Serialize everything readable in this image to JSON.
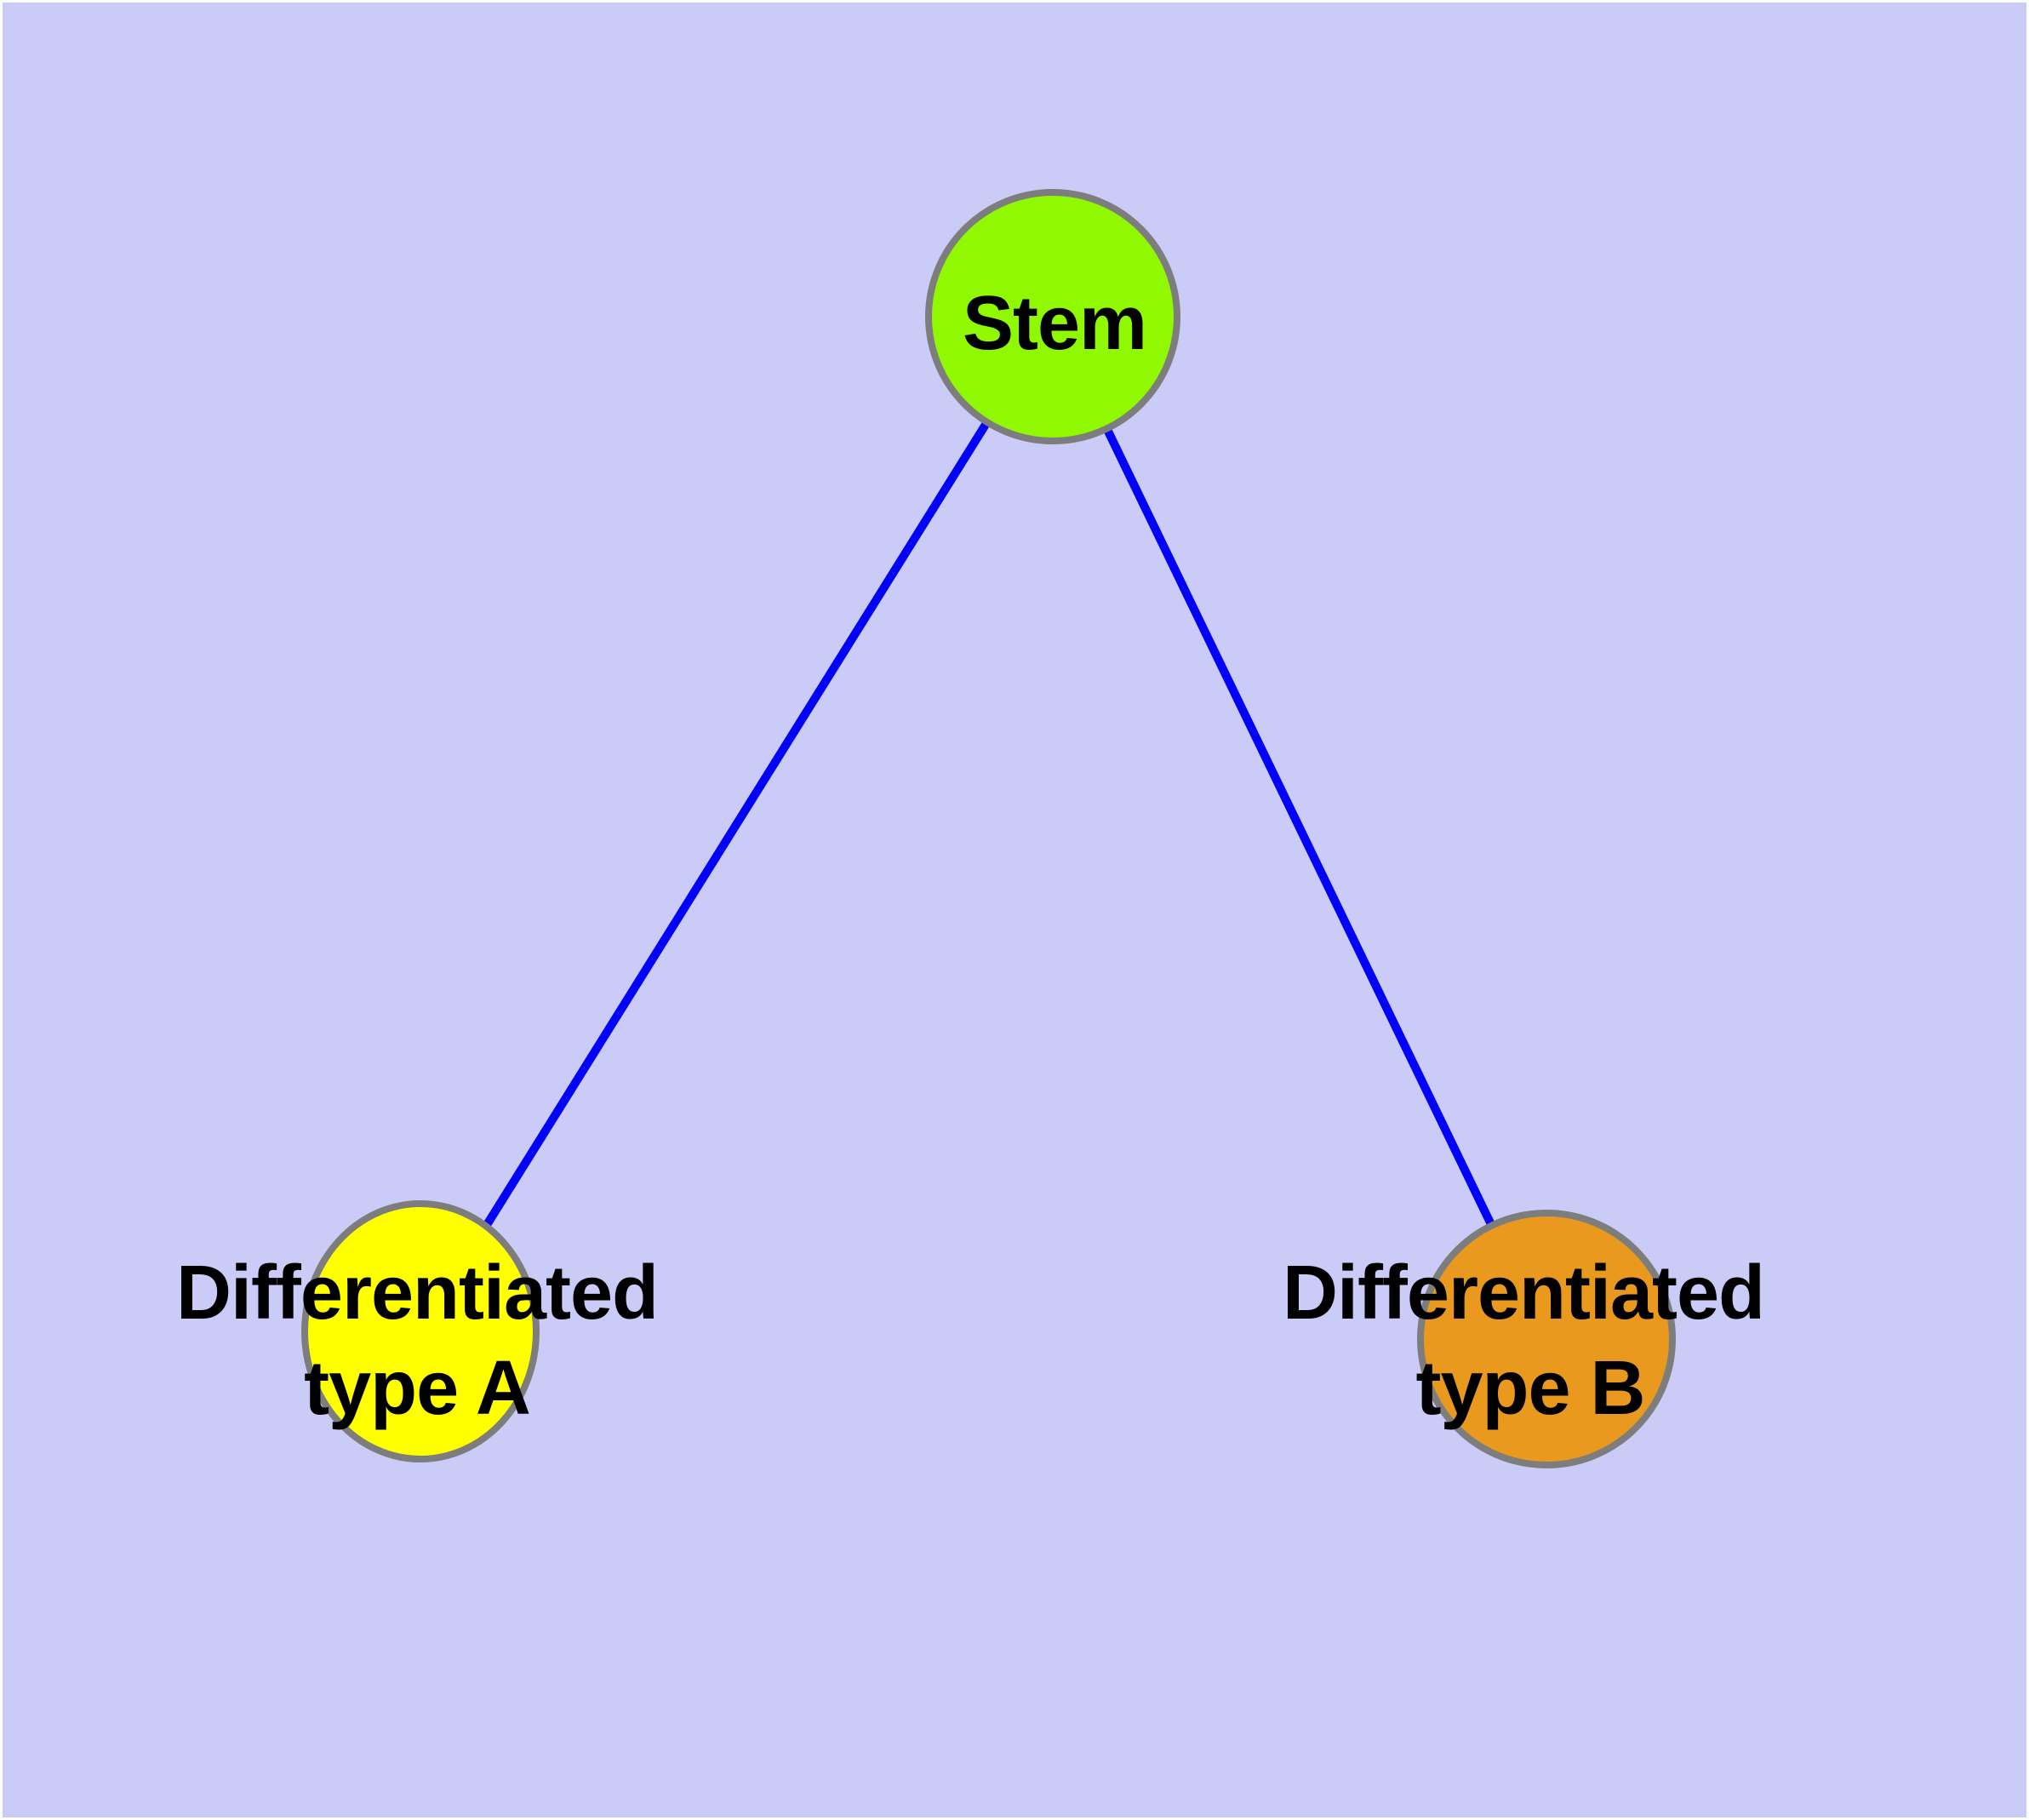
{
  "diagram": {
    "type": "graph",
    "background_color": "#CBCBF8",
    "frame_color": "#FFFFFF",
    "edge_color": "#0202F8",
    "node_border_color": "#7D7D7D",
    "nodes": {
      "stem": {
        "label": "Stem",
        "fill_color": "#90F800"
      },
      "type_a": {
        "label_line1": "Differentiated",
        "label_line2": "type A",
        "fill_color": "#FFFF00"
      },
      "type_b": {
        "label_line1": "Differentiated",
        "label_line2": "type B",
        "fill_color": "#E8991E"
      }
    },
    "edges": [
      {
        "from": "Stem",
        "to": "Differentiated type A"
      },
      {
        "from": "Stem",
        "to": "Differentiated type B"
      }
    ]
  }
}
